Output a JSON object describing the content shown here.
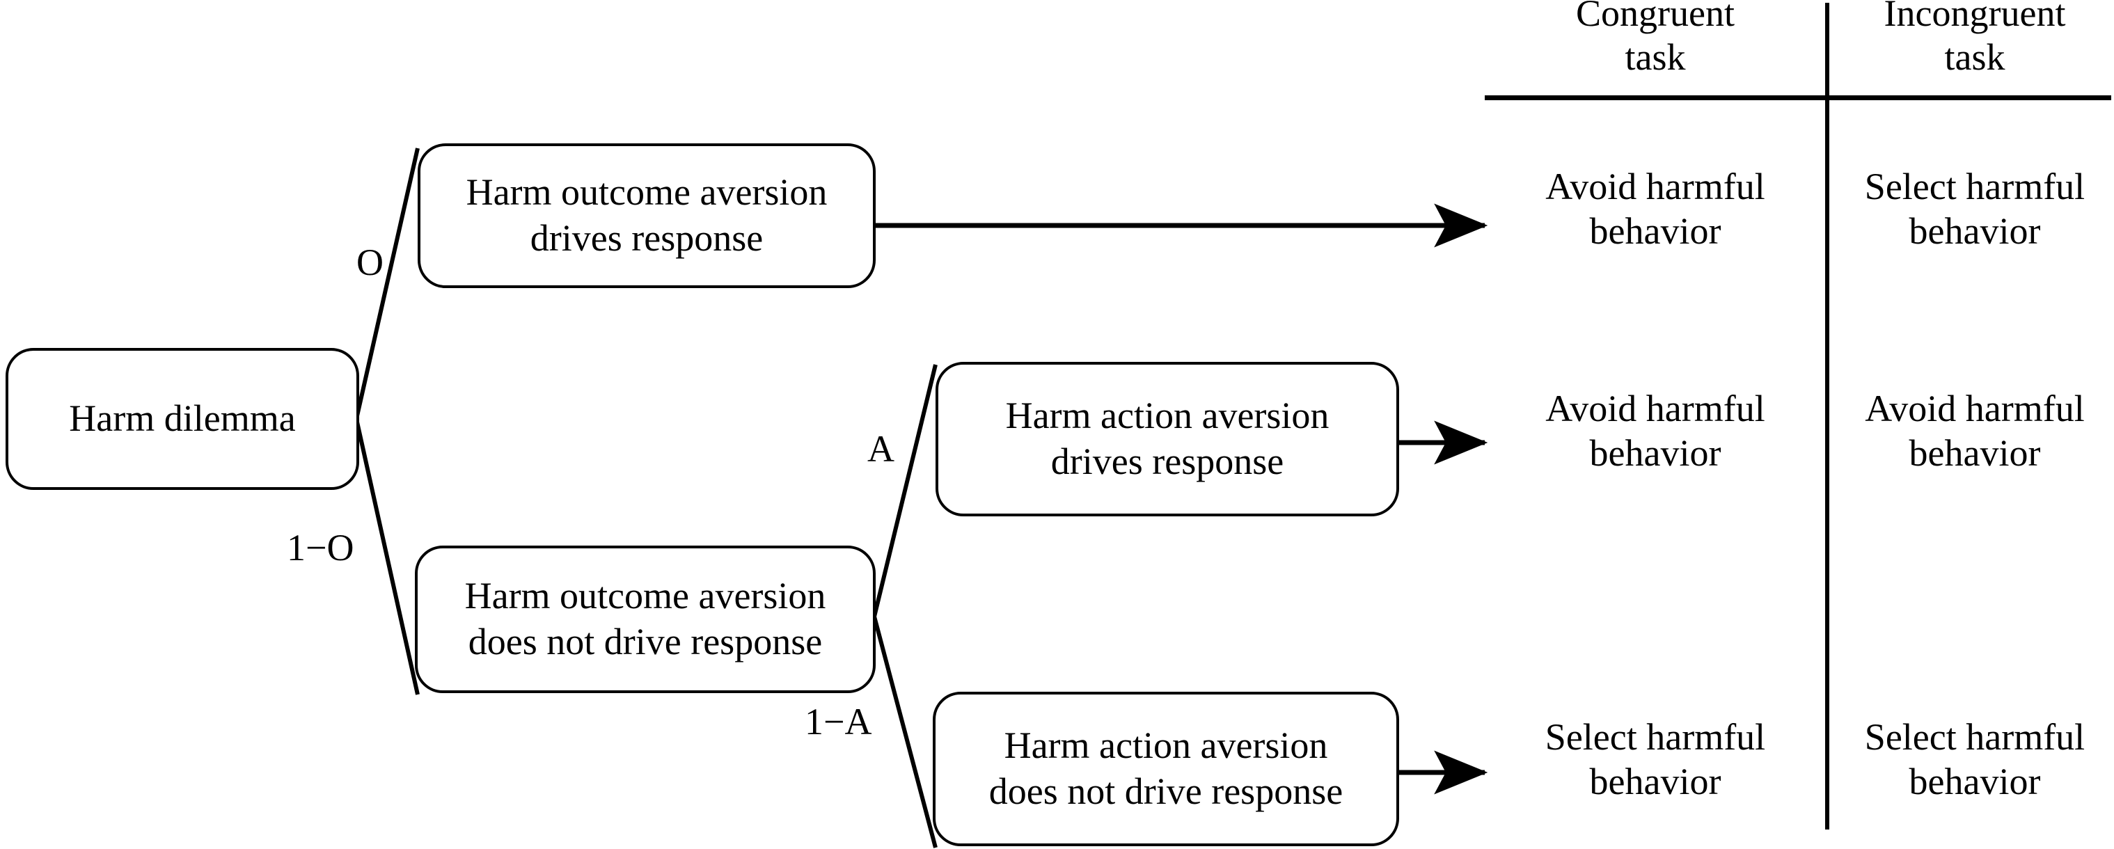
{
  "figure": {
    "type": "decision-tree",
    "root": {
      "label": "Harm dilemma"
    },
    "branch_labels": {
      "outcome_yes": "O",
      "outcome_no": "1−O",
      "action_yes": "A",
      "action_no": "1−A"
    },
    "nodes": [
      {
        "id": "root",
        "label": "Harm dilemma"
      },
      {
        "id": "outcome-drives",
        "label": "Harm outcome aversion\ndrives response"
      },
      {
        "id": "outcome-not-drives",
        "label": "Harm outcome aversion\ndoes not drive response"
      },
      {
        "id": "action-drives",
        "label": "Harm action aversion\ndrives response"
      },
      {
        "id": "action-not-drives",
        "label": "Harm action aversion\ndoes not drive response"
      }
    ],
    "columns": [
      {
        "id": "congruent",
        "header": "Congruent\ntask"
      },
      {
        "id": "incongruent",
        "header": "Incongruent\ntask"
      }
    ],
    "outcomes": [
      {
        "node": "outcome-drives",
        "congruent": "Avoid harmful\nbehavior",
        "incongruent": "Select harmful\nbehavior"
      },
      {
        "node": "action-drives",
        "congruent": "Avoid harmful\nbehavior",
        "incongruent": "Avoid harmful\nbehavior"
      },
      {
        "node": "action-not-drives",
        "congruent": "Select harmful\nbehavior",
        "incongruent": "Select harmful\nbehavior"
      }
    ],
    "colors": {
      "stroke": "#000000",
      "background": "#ffffff",
      "text": "#000000"
    }
  }
}
